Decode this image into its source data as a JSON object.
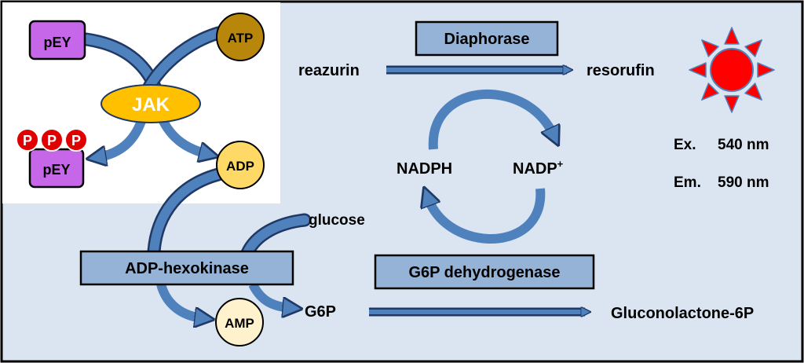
{
  "colors": {
    "panel_bg": "#dbe5f1",
    "white_bg": "#ffffff",
    "arrow_fill": "#4f81bd",
    "arrow_stroke": "#1f3864",
    "enzyme_box": "#95b3d7",
    "peptide": "#c567e8",
    "atp": "#b8860b",
    "adp": "#ffd966",
    "amp": "#fff2cc",
    "jak": "#ffc000",
    "phosphate": "#e00000",
    "sun": "#ff0000"
  },
  "kinase": {
    "substrate": "pEY",
    "product": "pEY",
    "phosphates": [
      "P",
      "P",
      "P"
    ],
    "enzyme": "JAK",
    "atp": "ATP",
    "adp": "ADP"
  },
  "coupling": {
    "enzyme": "ADP-hexokinase",
    "glucose": "glucose",
    "amp": "AMP",
    "g6p": "G6P",
    "g6p_enzyme": "G6P dehydrogenase",
    "product": "Gluconolactone-6P"
  },
  "detection": {
    "enzyme": "Diaphorase",
    "substrate": "reazurin",
    "product": "resorufin",
    "cofactor_reduced": "NADPH",
    "cofactor_oxidized": "NADP",
    "cofactor_oxidized_charge": "+",
    "excitation_label": "Ex.",
    "excitation_value": "540 nm",
    "emission_label": "Em.",
    "emission_value": "590 nm"
  }
}
